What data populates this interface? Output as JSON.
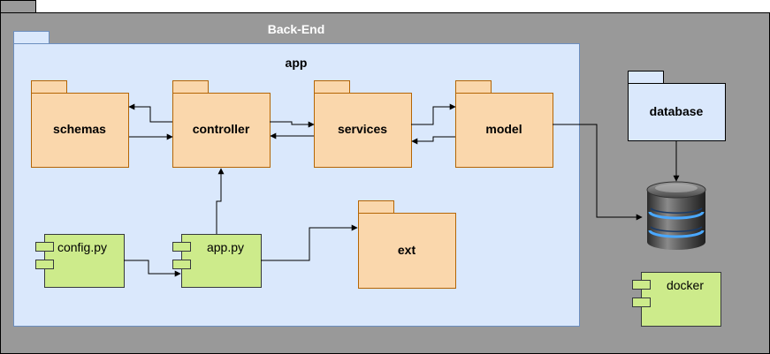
{
  "diagram": {
    "outer_package": {
      "title": "Back-End",
      "fill": "#999999"
    },
    "app_package": {
      "title": "app",
      "fill": "#dae8fc",
      "stroke": "#6c8ebf"
    },
    "packages": {
      "schemas": "schemas",
      "controller": "controller",
      "services": "services",
      "model": "model",
      "ext": "ext",
      "database": "database"
    },
    "components": {
      "config": "config.py",
      "app_py": "app.py",
      "docker": "docker"
    },
    "icons": {
      "database_cylinder": "database-cylinder-icon"
    },
    "colors": {
      "package_fill": "#fad7ac",
      "package_stroke": "#b46504",
      "component_fill": "#cdeb8b",
      "component_stroke": "#36393d",
      "database_fill": "#dae8fc"
    }
  }
}
